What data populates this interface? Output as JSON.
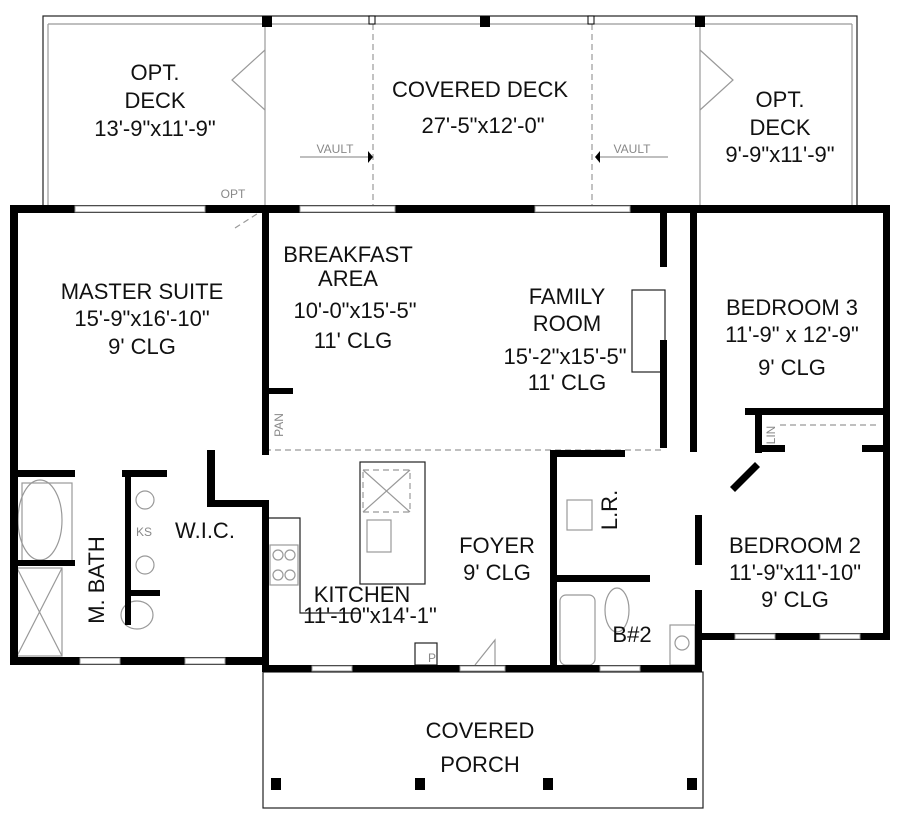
{
  "plan": {
    "rooms": {
      "opt_deck_left": {
        "name1": "OPT.",
        "name2": "DECK",
        "size": "13'-9\"x11'-9\""
      },
      "covered_deck": {
        "name": "COVERED  DECK",
        "size": "27'-5\"x12'-0\""
      },
      "opt_deck_right": {
        "name1": "OPT.",
        "name2": "DECK",
        "size": "9'-9\"x11'-9\""
      },
      "master_suite": {
        "name": "MASTER  SUITE",
        "size": "15'-9\"x16'-10\"",
        "ceiling": "9'  CLG"
      },
      "breakfast": {
        "name1": "BREAKFAST",
        "name2": "AREA",
        "size": "10'-0\"x15'-5\"",
        "ceiling": "11'  CLG"
      },
      "family_room": {
        "name1": "FAMILY",
        "name2": "ROOM",
        "size": "15'-2\"x15'-5\"",
        "ceiling": "11'  CLG"
      },
      "bedroom3": {
        "name": "BEDROOM  3",
        "size": "11'-9\" x 12'-9\"",
        "ceiling": "9'  CLG"
      },
      "bedroom2": {
        "name": "BEDROOM  2",
        "size": "11'-9\"x11'-10\"",
        "ceiling": "9'  CLG"
      },
      "master_bath": {
        "name": "M.  BATH"
      },
      "wic": {
        "name": "W.I.C."
      },
      "kitchen": {
        "name": "KITCHEN",
        "size": "11'-10\"x14'-1\""
      },
      "foyer": {
        "name": "FOYER",
        "ceiling": "9'  CLG"
      },
      "laundry": {
        "name": "L.R."
      },
      "bath2": {
        "name": "B#2"
      },
      "covered_porch": {
        "name1": "COVERED",
        "name2": "PORCH"
      }
    },
    "annotations": {
      "vault_left": "VAULT",
      "vault_right": "VAULT",
      "opt": "OPT",
      "pantry": "PAN",
      "linen": "LIN",
      "ks": "KS",
      "p": "P"
    }
  }
}
